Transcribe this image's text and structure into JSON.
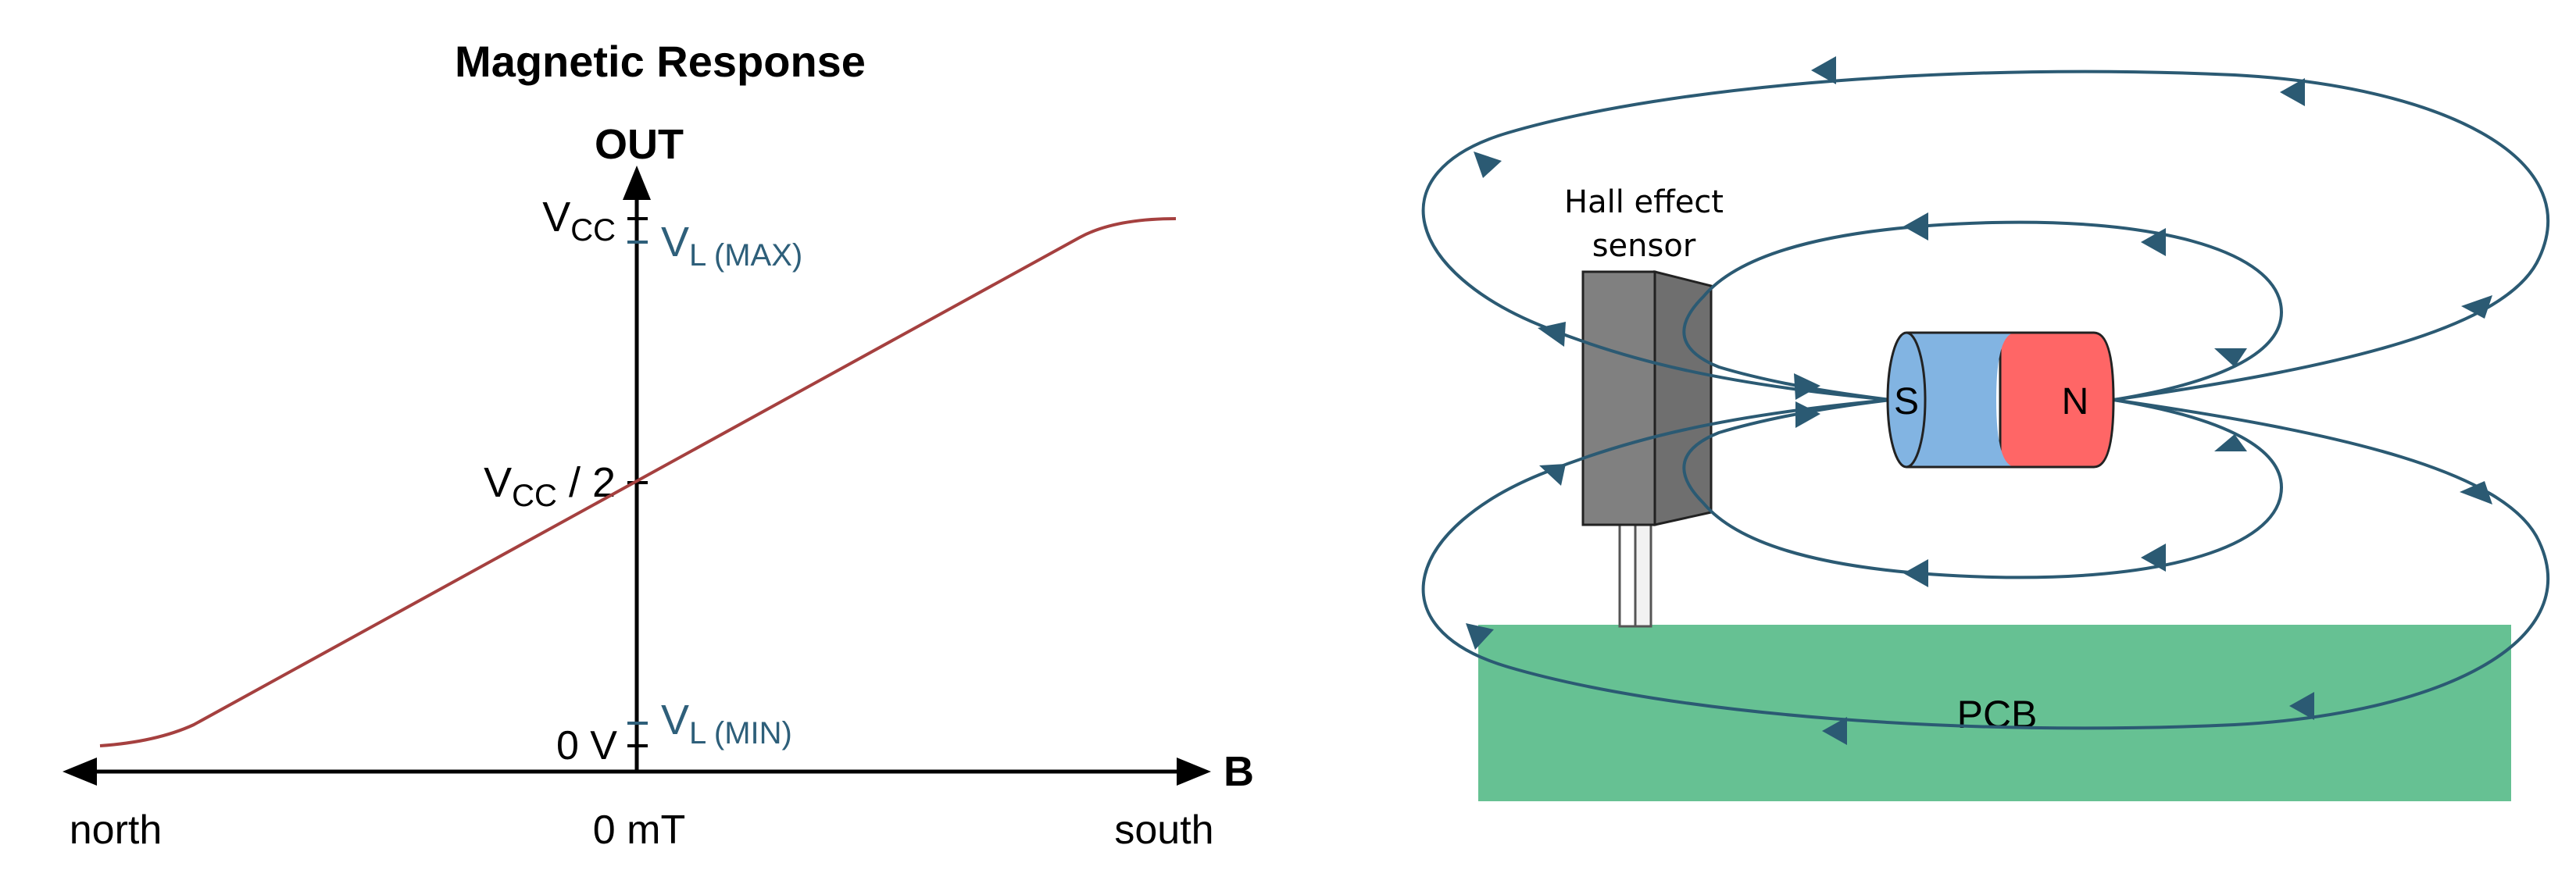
{
  "response_chart": {
    "title": "Magnetic Response",
    "y_axis_label": "OUT",
    "x_axis_label": "B",
    "x_left_label": "north",
    "x_center_label": "0 mT",
    "x_right_label": "south",
    "y_ticks": {
      "vcc": {
        "main": "V",
        "sub": "CC"
      },
      "vl_max": {
        "main": "V",
        "sub": "L (MAX)"
      },
      "vcc_half": {
        "main": "V",
        "sub": "CC",
        "suffix": " / 2"
      },
      "vl_min": {
        "main": "V",
        "sub": "L (MIN)"
      },
      "zero": "0 V"
    },
    "colors": {
      "axis": "#000000",
      "curve": "#a5403f",
      "limit_label": "#2e5f7a"
    }
  },
  "field_diagram": {
    "sensor_label_line1": "Hall effect",
    "sensor_label_line2": "sensor",
    "magnet_south_label": "S",
    "magnet_north_label": "N",
    "pcb_label": "PCB",
    "colors": {
      "field_line": "#2b5a73",
      "pcb": "#66c193",
      "sensor_front": "#808080",
      "sensor_side": "#6f6f6f",
      "magnet_south": "#82b4e2",
      "magnet_north": "#ff6666"
    }
  }
}
